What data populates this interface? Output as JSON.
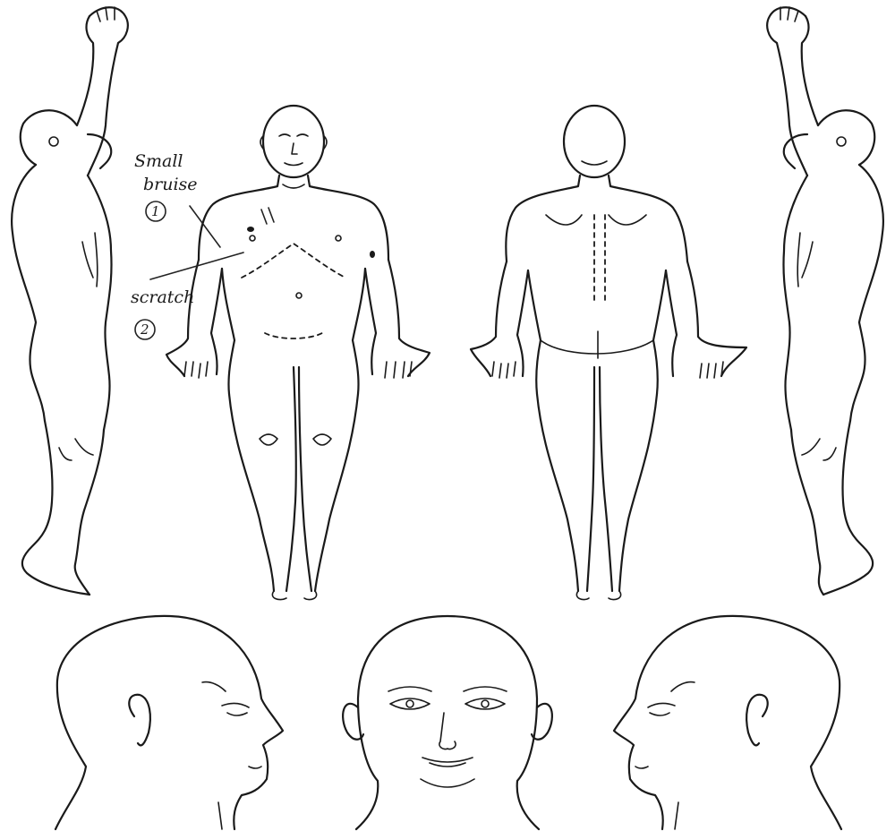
{
  "annotations": [
    {
      "id": "1",
      "number_label": "1",
      "text_line1": "Small",
      "text_line2": "bruise"
    },
    {
      "id": "2",
      "number_label": "2",
      "text_line1": "scratch",
      "text_line2": ""
    }
  ],
  "views": [
    "left-side-body",
    "front-body",
    "back-body",
    "right-side-body",
    "head-right-profile",
    "head-front",
    "head-left-profile"
  ]
}
